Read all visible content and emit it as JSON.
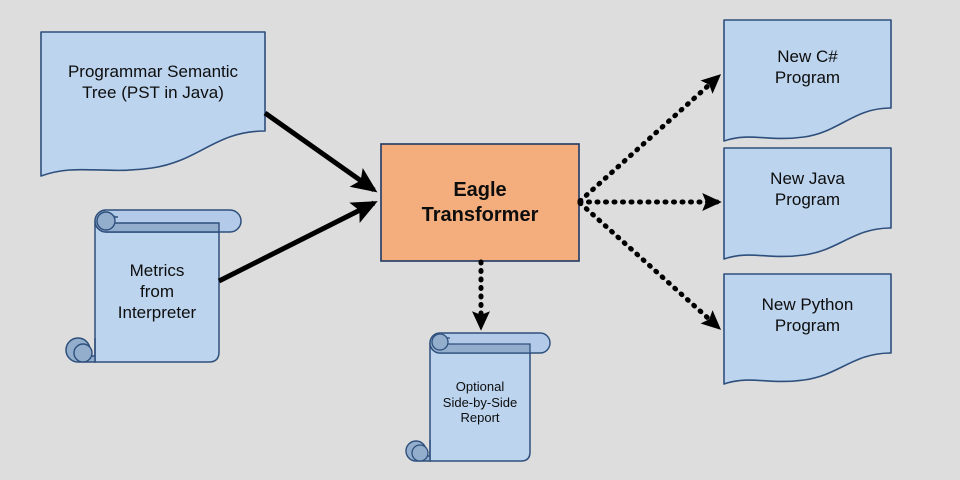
{
  "diagram": {
    "title": "Eagle Transformer data flow",
    "background_color": "#dddddd",
    "palette": {
      "blue_fill": "#bcd4ee",
      "blue_stroke": "#2e4f7c",
      "scroll_roll_fill": "#b3cbe8",
      "scroll_curl_fill": "#93aecd",
      "orange_fill": "#f4ae7e",
      "orange_stroke": "#1f3864",
      "arrow_color": "#000000"
    },
    "nodes": [
      {
        "id": "pst",
        "shape": "document",
        "label": "Programmar Semantic\nTree (PST in Java)",
        "fill": "#bcd4ee"
      },
      {
        "id": "metrics",
        "shape": "vertical-scroll",
        "label": "Metrics\nfrom\nInterpreter",
        "fill": "#bcd4ee"
      },
      {
        "id": "transformer",
        "shape": "rectangle",
        "label": "Eagle\nTransformer",
        "fill": "#f4ae7e"
      },
      {
        "id": "csharp",
        "shape": "document",
        "label": "New C#\nProgram",
        "fill": "#bcd4ee"
      },
      {
        "id": "java",
        "shape": "document",
        "label": "New Java\nProgram",
        "fill": "#bcd4ee"
      },
      {
        "id": "python",
        "shape": "document",
        "label": "New Python\nProgram",
        "fill": "#bcd4ee"
      },
      {
        "id": "report",
        "shape": "vertical-scroll",
        "label": "Optional\nSide-by-Side\nReport",
        "fill": "#bcd4ee"
      }
    ],
    "edges": [
      {
        "id": "pst-to-transformer",
        "from": "pst",
        "to": "transformer",
        "style": "solid",
        "arrow": "filled-triangle"
      },
      {
        "id": "metrics-to-transformer",
        "from": "metrics",
        "to": "transformer",
        "style": "solid",
        "arrow": "filled-triangle"
      },
      {
        "id": "transformer-to-csharp",
        "from": "transformer",
        "to": "csharp",
        "style": "dotted",
        "arrow": "filled-triangle"
      },
      {
        "id": "transformer-to-java",
        "from": "transformer",
        "to": "java",
        "style": "dotted",
        "arrow": "filled-triangle"
      },
      {
        "id": "transformer-to-python",
        "from": "transformer",
        "to": "python",
        "style": "dotted",
        "arrow": "filled-triangle"
      },
      {
        "id": "transformer-to-report",
        "from": "transformer",
        "to": "report",
        "style": "dotted",
        "arrow": "filled-triangle"
      }
    ]
  }
}
